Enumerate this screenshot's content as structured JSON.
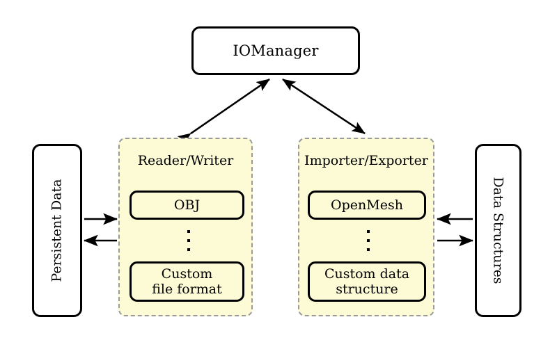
{
  "diagram": {
    "title_node": {
      "label": "IOManager"
    },
    "left_store": {
      "label": "Persistent Data",
      "orientation": "vertical-up"
    },
    "right_store": {
      "label": "Data Structures",
      "orientation": "vertical-down"
    },
    "panels": [
      {
        "id": "reader-writer",
        "title": "Reader/Writer",
        "fill_color": "#fcfbd6",
        "border_color": "#9a9a9a",
        "items": [
          {
            "label": "OBJ"
          },
          {
            "label": "Custom\nfile format",
            "line1": "Custom",
            "line2": "file format"
          }
        ],
        "ellipsis": "⋮"
      },
      {
        "id": "importer-exporter",
        "title": "Importer/Exporter",
        "fill_color": "#fcfbd6",
        "border_color": "#9a9a9a",
        "items": [
          {
            "label": "OpenMesh"
          },
          {
            "label": "Custom data\nstructure",
            "line1": "Custom data",
            "line2": "structure"
          }
        ],
        "ellipsis": "⋮"
      }
    ],
    "connections": [
      {
        "from": "reader-writer",
        "to": "IOManager",
        "style": "double-headed-diagonal"
      },
      {
        "from": "importer-exporter",
        "to": "IOManager",
        "style": "double-headed-diagonal"
      },
      {
        "from": "Persistent Data",
        "to": "reader-writer",
        "style": "single-arrow-right"
      },
      {
        "from": "reader-writer",
        "to": "Persistent Data",
        "style": "single-arrow-left"
      },
      {
        "from": "Data Structures",
        "to": "importer-exporter",
        "style": "single-arrow-left"
      },
      {
        "from": "importer-exporter",
        "to": "Data Structures",
        "style": "single-arrow-right"
      }
    ],
    "colors": {
      "stroke": "#000000",
      "panel_fill": "#fcfbd6",
      "panel_border": "#9a9a9a",
      "background": "#ffffff"
    }
  }
}
